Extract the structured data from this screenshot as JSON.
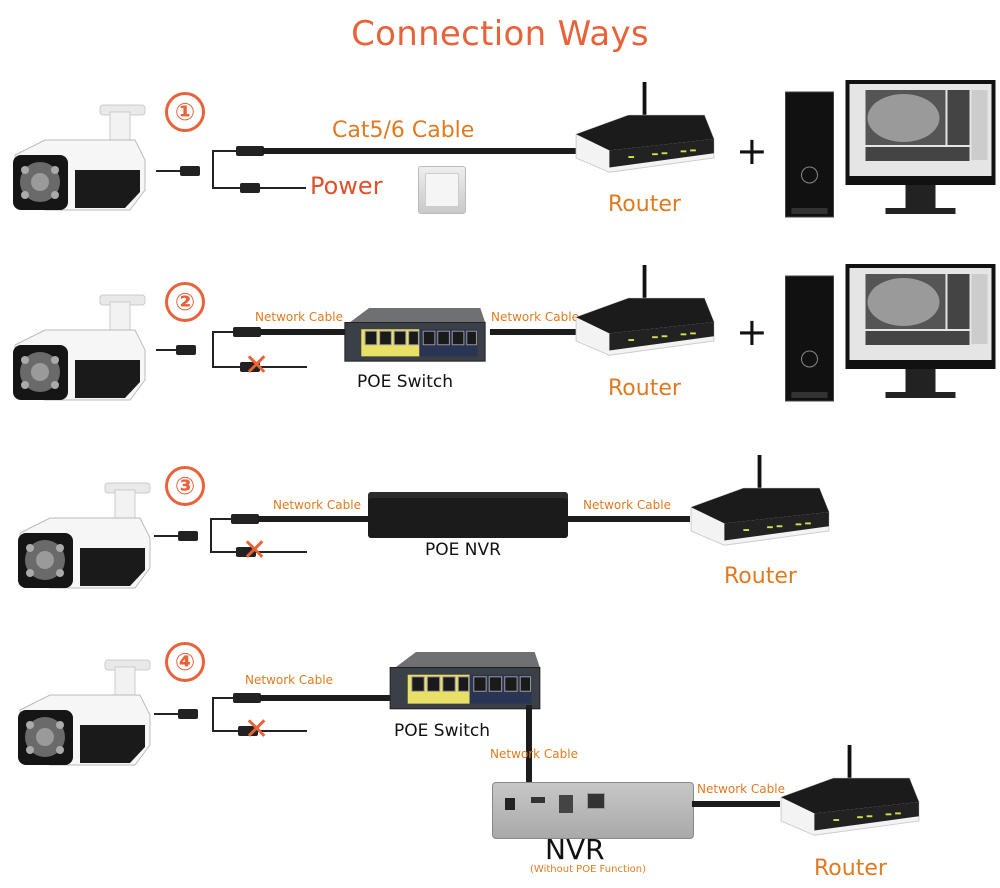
{
  "title": "Connection Ways",
  "colors": {
    "accent": "#e8623a",
    "label_orange": "#e07a20",
    "cable": "#1c1c1c"
  },
  "sections": [
    {
      "number": "①",
      "cable_label": "Cat5/6 Cable",
      "power_label": "Power",
      "router_label": "Router",
      "plus": "+"
    },
    {
      "number": "②",
      "cable_label_left": "Network Cable",
      "cable_label_right": "Network Cable",
      "device_label": "POE Switch",
      "router_label": "Router",
      "plus": "+"
    },
    {
      "number": "③",
      "cable_label_left": "Network Cable",
      "cable_label_right": "Network Cable",
      "device_label": "POE NVR",
      "router_label": "Router"
    },
    {
      "number": "④",
      "cable_label_left": "Network Cable",
      "cable_label_down": "Network Cable",
      "cable_label_right": "Network Cable",
      "device_label": "POE Switch",
      "nvr_label": "NVR",
      "nvr_sublabel": "(Without POE Function)",
      "router_label": "Router"
    }
  ],
  "icons": {
    "camera": "bullet-camera-icon",
    "router": "wifi-router-icon",
    "pc": "desktop-pc-icon",
    "switch": "poe-switch-icon",
    "nvr": "nvr-icon",
    "outlet": "power-outlet-icon",
    "x": "disconnected-x-icon"
  }
}
